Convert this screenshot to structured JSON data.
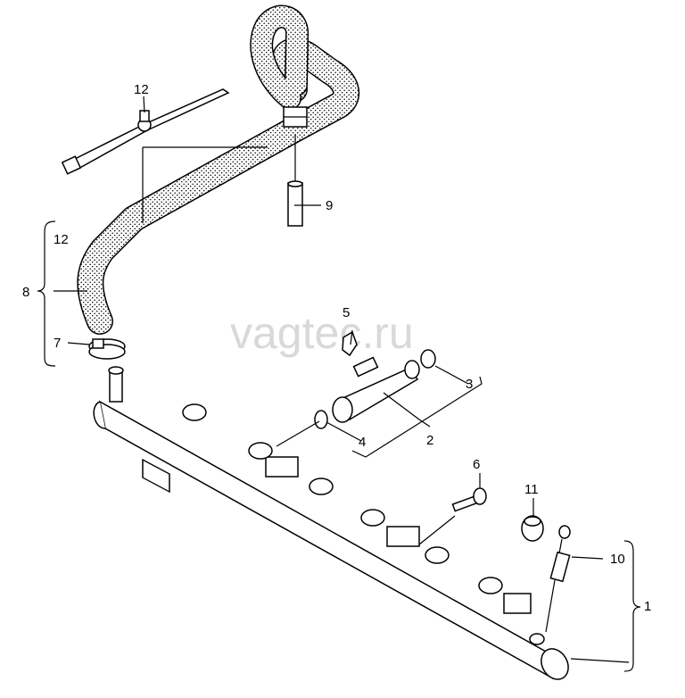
{
  "watermark": "vagtec.ru",
  "callouts": {
    "c1": "1",
    "c2": "2",
    "c3": "3",
    "c4": "4",
    "c5": "5",
    "c6": "6",
    "c7": "7",
    "c8": "8",
    "c9": "9",
    "c10": "10",
    "c11": "11",
    "c12_top": "12",
    "c12_side": "12"
  }
}
